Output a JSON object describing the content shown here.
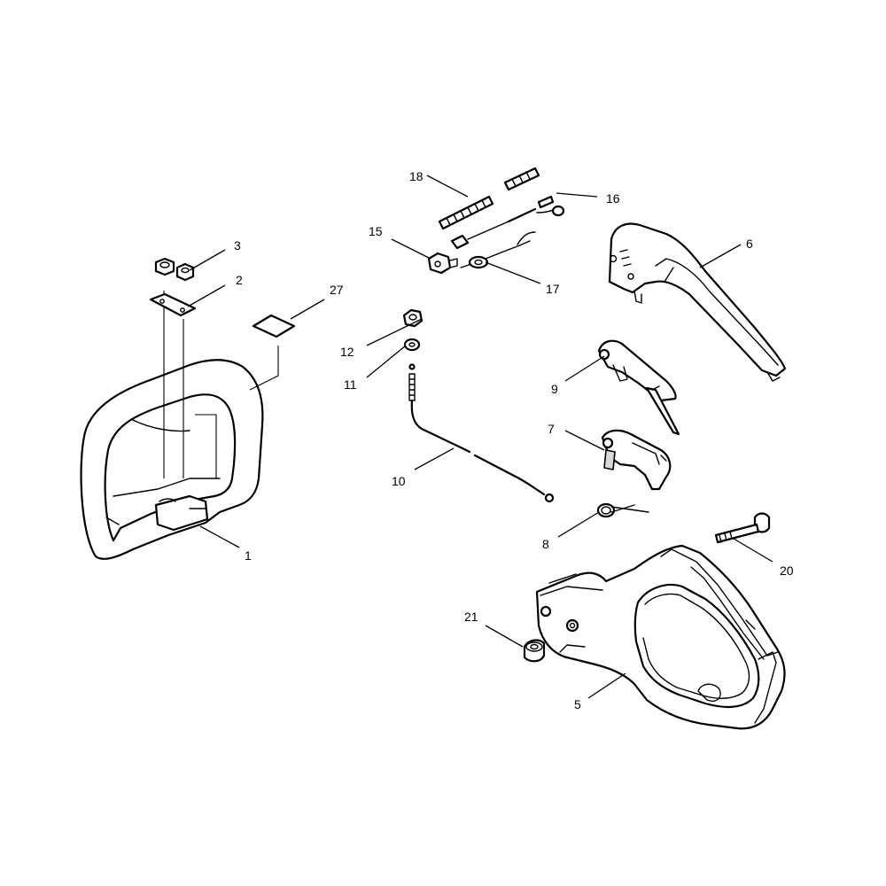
{
  "callouts": {
    "c1": "1",
    "c2": "2",
    "c3": "3",
    "c5": "5",
    "c6": "6",
    "c7": "7",
    "c8": "8",
    "c9": "9",
    "c10": "10",
    "c11": "11",
    "c12": "12",
    "c15": "15",
    "c16": "16",
    "c17": "17",
    "c18": "18",
    "c20": "20",
    "c21": "21",
    "c27": "27"
  }
}
